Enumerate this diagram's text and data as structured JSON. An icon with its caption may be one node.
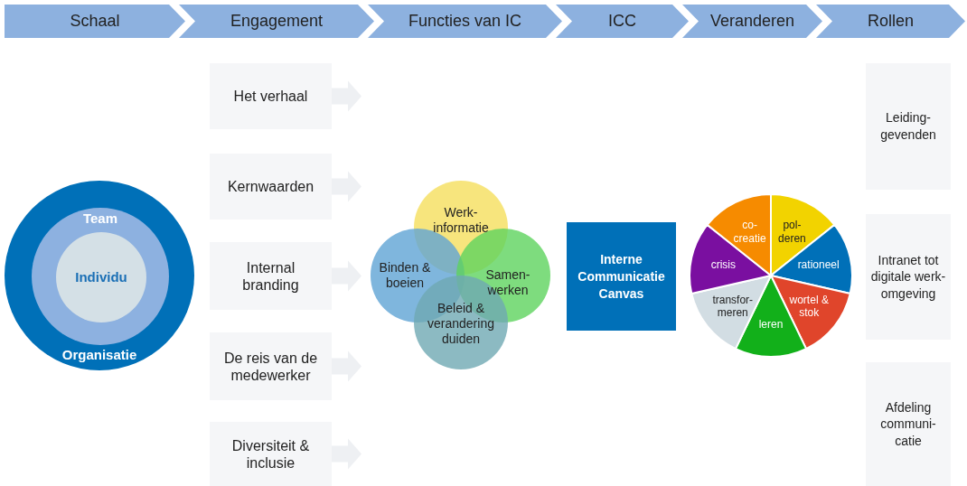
{
  "diagram": {
    "nodes": [
      {
        "text": [
          "Organisatie"
        ]
      },
      {
        "text": [
          "Team"
        ],
        "in": 0
      },
      {
        "text": [
          "Individu"
        ],
        "in": 1
      },
      {
        "text": [
          "Het verhaal"
        ]
      },
      {
        "text": [
          "Kernwaarden"
        ]
      },
      {
        "text": [
          "Internal branding"
        ]
      },
      {
        "text": [
          "De reis van de medewerker"
        ]
      },
      {
        "text": [
          "Diversiteit & inclusie"
        ]
      },
      {
        "text": [
          "Werk- informatie"
        ]
      },
      {
        "text": [
          "Binden & boeien"
        ]
      },
      {
        "text": [
          "Samen- werken"
        ]
      },
      {
        "text": [
          "Beleid & verandering duiden"
        ]
      },
      {
        "text": [
          "Interne Communicatie Canvas"
        ]
      },
      {
        "text": [
          "pol- deren"
        ]
      },
      {
        "text": [
          "rationeel"
        ]
      },
      {
        "text": [
          "wortel & stok"
        ]
      },
      {
        "text": [
          "leren"
        ]
      },
      {
        "text": [
          "transfor- meren"
        ]
      },
      {
        "text": [
          "crisis"
        ]
      },
      {
        "text": [
          "co- creatie"
        ]
      },
      {
        "text": [
          "Leiding- gevenden"
        ]
      },
      {
        "text": [
          "Intranet tot digitale werk- omgeving"
        ]
      },
      {
        "text": [
          "Afdeling communi- catie"
        ]
      }
    ],
    "edges": [
      {
        "from": 3,
        "to": null,
        "arrow": "to"
      },
      {
        "from": 4,
        "to": null,
        "arrow": "to"
      },
      {
        "from": 5,
        "to": null,
        "arrow": "to"
      },
      {
        "from": 6,
        "to": null,
        "arrow": "to"
      },
      {
        "from": 7,
        "to": null,
        "arrow": "to"
      }
    ],
    "labels": [
      "Schaal",
      "Engagement",
      "Functies van IC",
      "ICC",
      "Veranderen",
      "Rollen"
    ]
  }
}
